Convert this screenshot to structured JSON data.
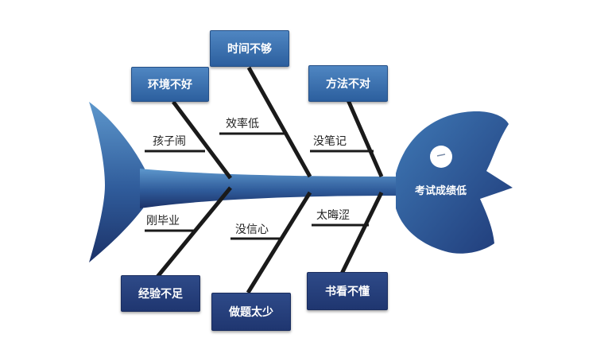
{
  "problem": "考试成绩低",
  "categories_top": [
    {
      "label": "环境不好",
      "cause": "孩子闹"
    },
    {
      "label": "时间不够",
      "cause": "效率低"
    },
    {
      "label": "方法不对",
      "cause": "没笔记"
    }
  ],
  "categories_bottom": [
    {
      "label": "经验不足",
      "cause": "刚毕业"
    },
    {
      "label": "做题太少",
      "cause": "没信心"
    },
    {
      "label": "书看不懂",
      "cause": "太晦涩"
    }
  ],
  "colors": {
    "fish_light": "#5d97cc",
    "fish_dark": "#1c3268",
    "bone": "#1a1a1a"
  }
}
